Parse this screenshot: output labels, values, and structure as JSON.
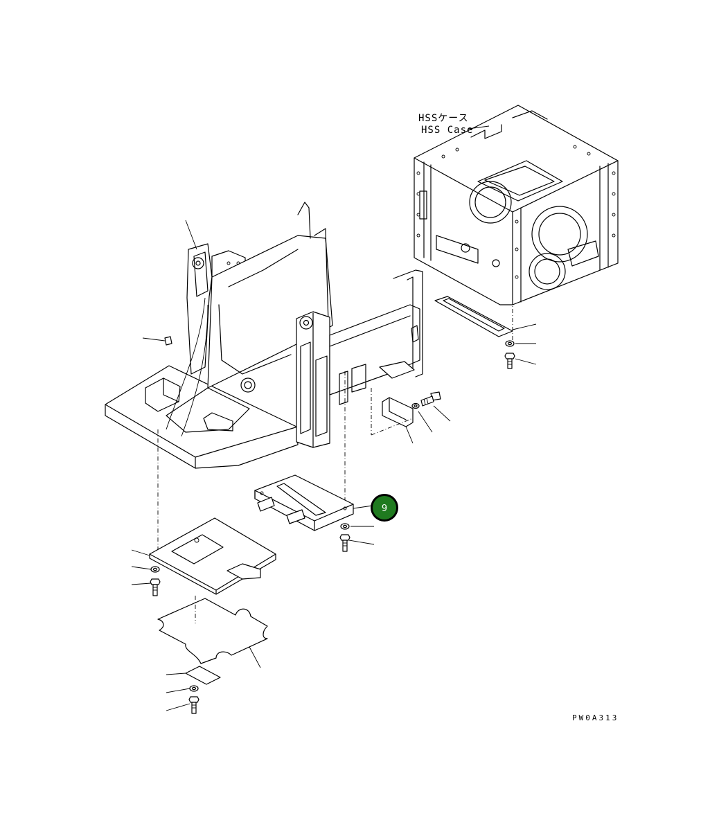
{
  "hss_case_label": {
    "japanese": "HSSケース",
    "english": "HSS Case"
  },
  "drawing_code": "PW0A313",
  "callout": {
    "number": "9",
    "fill_color": "#1f7a1f",
    "text_color": "#ffffff"
  }
}
